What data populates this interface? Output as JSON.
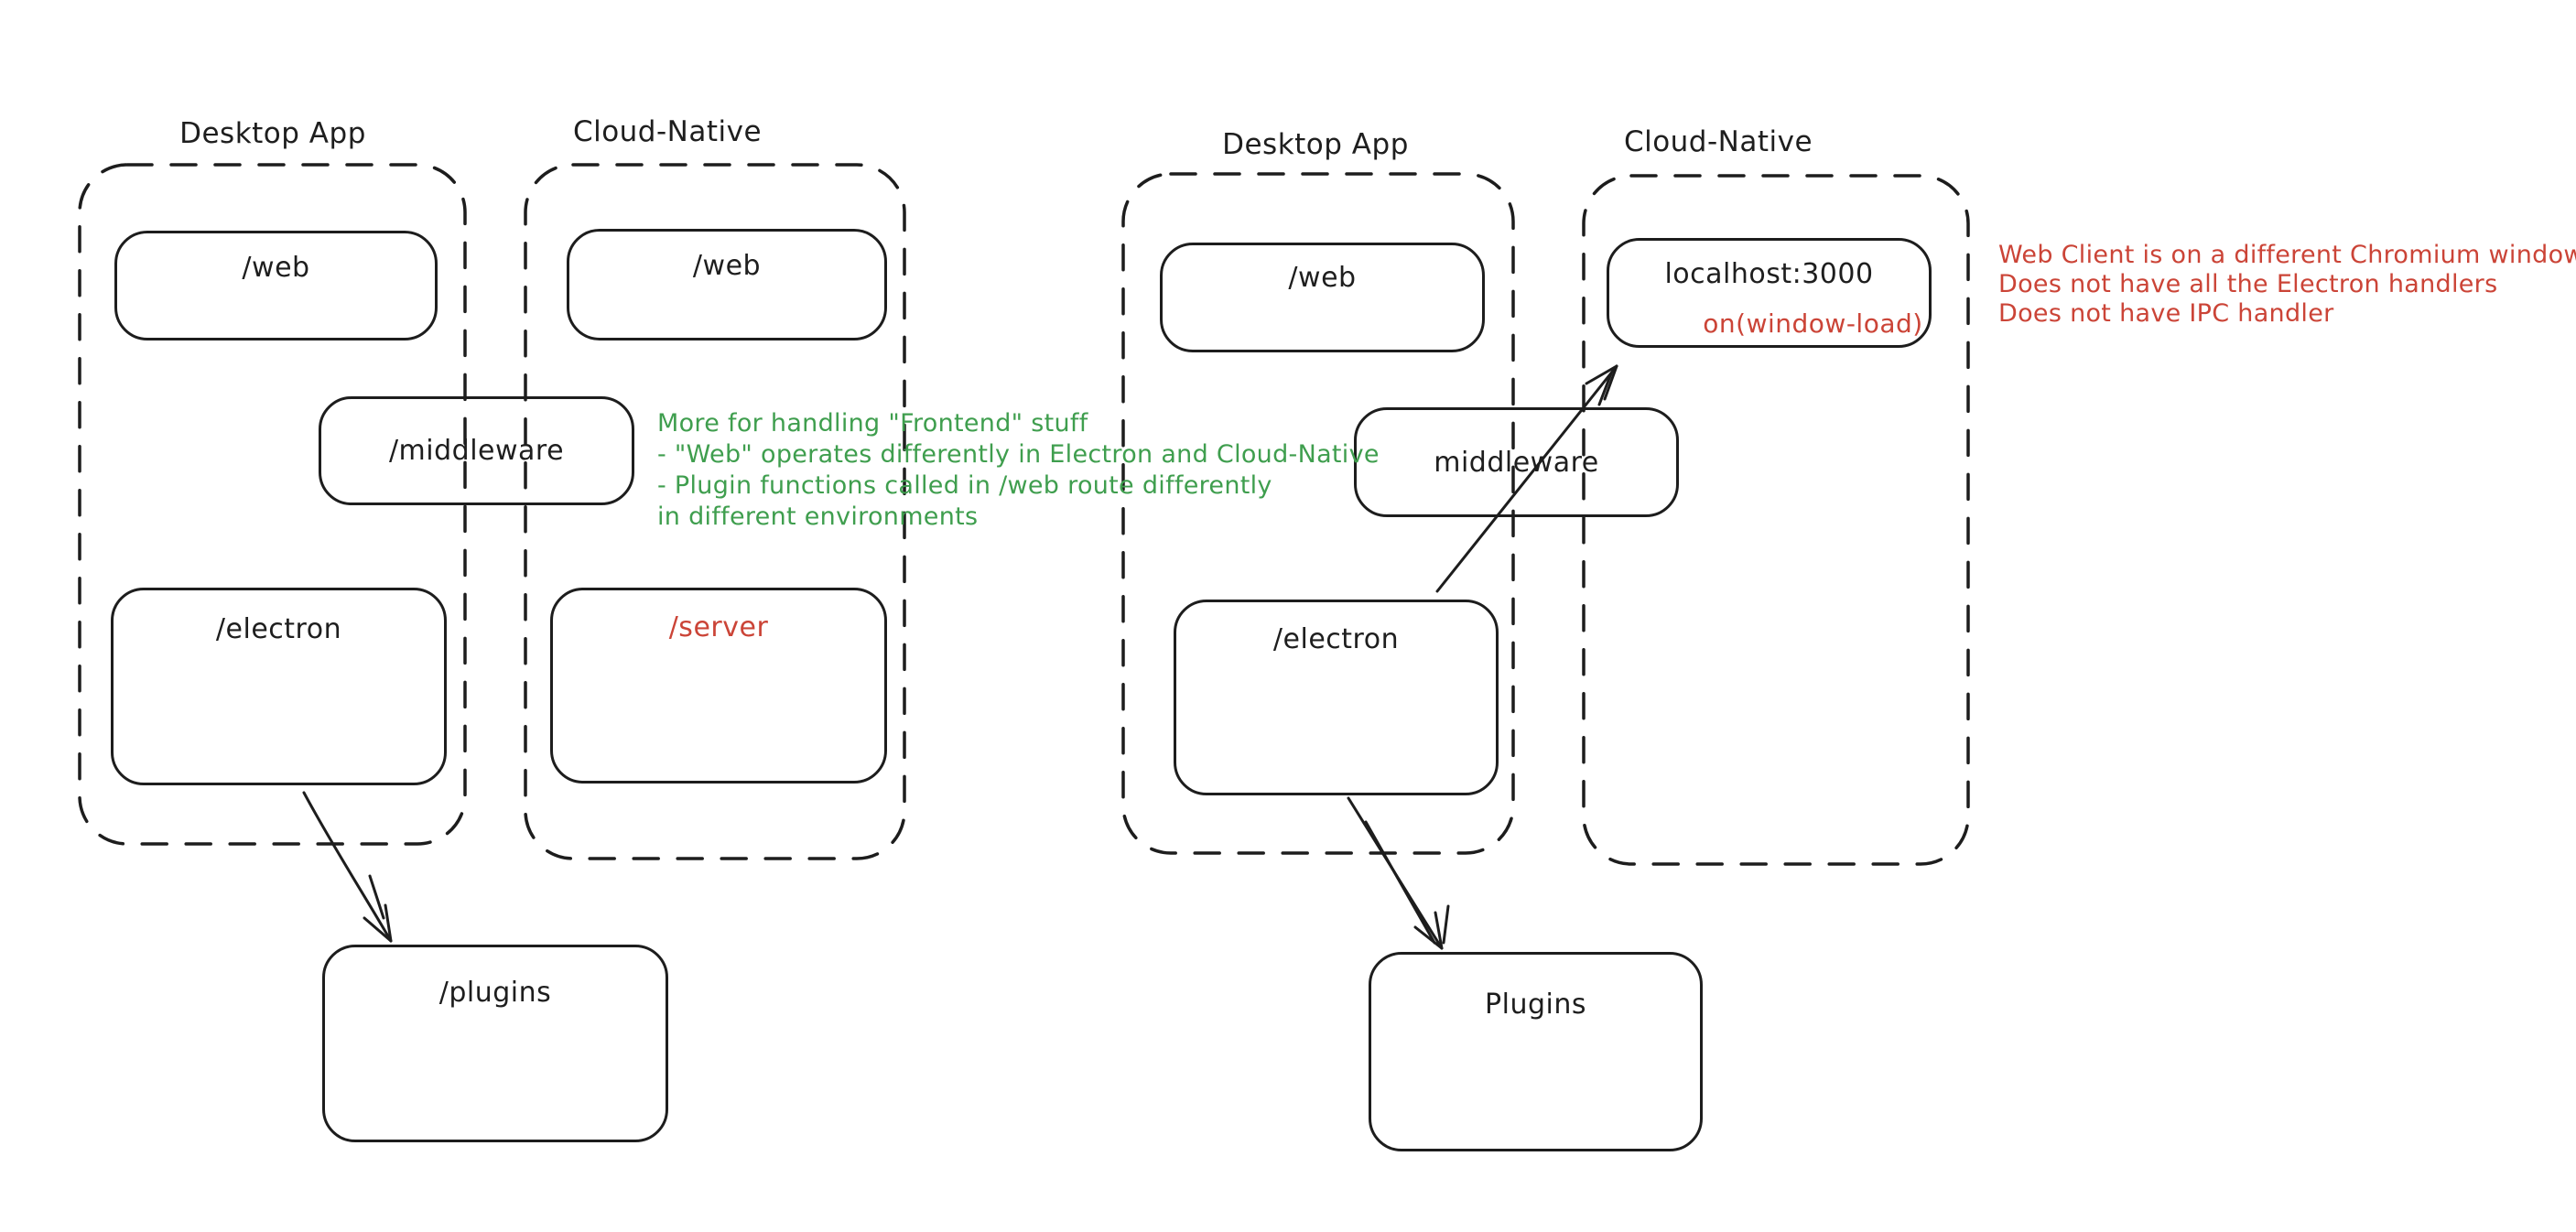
{
  "colors": {
    "ink": "#1e1e1e",
    "red": "#cb4437",
    "green": "#3f9e4e",
    "background": "#ffffff"
  },
  "left_diagram": {
    "desktop_group_label": "Desktop App",
    "cloud_group_label": "Cloud-Native",
    "web_desktop": "/web",
    "web_cloud": "/web",
    "middleware": "/middleware",
    "electron": "/electron",
    "server": "/server",
    "plugins": "/plugins",
    "note": {
      "lines": [
        "More for handling \"Frontend\" stuff",
        "- \"Web\" operates differently in Electron and Cloud-Native",
        "- Plugin functions called in /web route differently",
        "in different environments"
      ]
    }
  },
  "right_diagram": {
    "desktop_group_label": "Desktop App",
    "cloud_group_label": "Cloud-Native",
    "web": "/web",
    "localhost_title": "localhost:3000",
    "localhost_event": "on(window-load)",
    "middleware": "middleware",
    "electron": "/electron",
    "plugins": "Plugins",
    "note": {
      "lines": [
        "Web Client is on a different Chromium window",
        "Does not have all the Electron handlers",
        "Does not have IPC handler"
      ]
    }
  },
  "connections": [
    {
      "from": "/electron (left)",
      "to": "/plugins (left)"
    },
    {
      "from": "/electron (right)",
      "to": "localhost:3000"
    },
    {
      "from": "/electron (right)",
      "to": "Plugins (right)"
    }
  ]
}
